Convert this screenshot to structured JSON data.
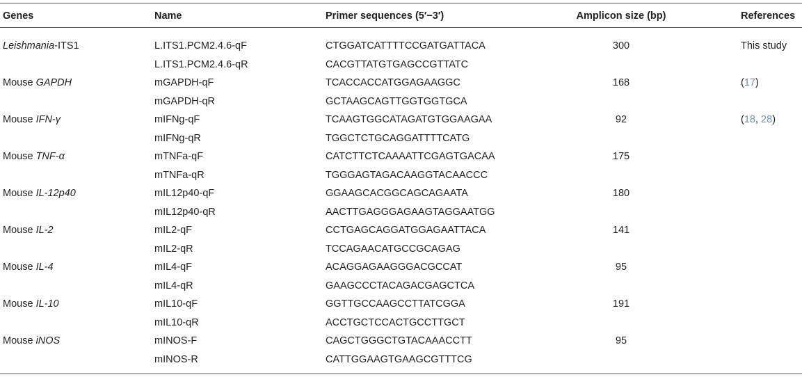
{
  "headers": {
    "genes": "Genes",
    "name": "Name",
    "primer": "Primer sequences (5′−3′)",
    "amplicon": "Amplicon size (bp)",
    "references": "References"
  },
  "rows": [
    {
      "gene_prefix": "",
      "gene_italic": "Leishmania",
      "gene_suffix": "-ITS1",
      "name": "L.ITS1.PCM2.4.6-qF",
      "seq": "CTGGATCATTTTCCGATGATTACA",
      "amp": "300",
      "ref_pre": "This study",
      "ref_link1": "",
      "ref_mid": "",
      "ref_link2": "",
      "ref_post": ""
    },
    {
      "gene_prefix": "",
      "gene_italic": "",
      "gene_suffix": "",
      "name": "L.ITS1.PCM2.4.6-qR",
      "seq": "CACGTTATGTGAGCCGTTATC",
      "amp": "",
      "ref_pre": "",
      "ref_link1": "",
      "ref_mid": "",
      "ref_link2": "",
      "ref_post": ""
    },
    {
      "gene_prefix": "Mouse ",
      "gene_italic": "GAPDH",
      "gene_suffix": "",
      "name": "mGAPDH-qF",
      "seq": "TCACCACCATGGAGAAGGC",
      "amp": "168",
      "ref_pre": "(",
      "ref_link1": "17",
      "ref_mid": "",
      "ref_link2": "",
      "ref_post": ")"
    },
    {
      "gene_prefix": "",
      "gene_italic": "",
      "gene_suffix": "",
      "name": "mGAPDH-qR",
      "seq": "GCTAAGCAGTTGGTGGTGCA",
      "amp": "",
      "ref_pre": "",
      "ref_link1": "",
      "ref_mid": "",
      "ref_link2": "",
      "ref_post": ""
    },
    {
      "gene_prefix": "Mouse ",
      "gene_italic": "IFN-γ",
      "gene_suffix": "",
      "name": "mIFNg-qF",
      "seq": "TCAAGTGGCATAGATGTGGAAGAA",
      "amp": "92",
      "ref_pre": "(",
      "ref_link1": "18",
      "ref_mid": ", ",
      "ref_link2": "28",
      "ref_post": ")"
    },
    {
      "gene_prefix": "",
      "gene_italic": "",
      "gene_suffix": "",
      "name": "mIFNg-qR",
      "seq": "TGGCTCTGCAGGATTTTCATG",
      "amp": "",
      "ref_pre": "",
      "ref_link1": "",
      "ref_mid": "",
      "ref_link2": "",
      "ref_post": ""
    },
    {
      "gene_prefix": "Mouse ",
      "gene_italic": "TNF-α",
      "gene_suffix": "",
      "name": "mTNFa-qF",
      "seq": "CATCTTCTCAAAATTCGAGTGACAA",
      "amp": "175",
      "ref_pre": "",
      "ref_link1": "",
      "ref_mid": "",
      "ref_link2": "",
      "ref_post": ""
    },
    {
      "gene_prefix": "",
      "gene_italic": "",
      "gene_suffix": "",
      "name": "mTNFa-qR",
      "seq": "TGGGAGTAGACAAGGTACAACCC",
      "amp": "",
      "ref_pre": "",
      "ref_link1": "",
      "ref_mid": "",
      "ref_link2": "",
      "ref_post": ""
    },
    {
      "gene_prefix": "Mouse ",
      "gene_italic": "IL-12p40",
      "gene_suffix": "",
      "name": "mIL12p40-qF",
      "seq": "GGAAGCACGGCAGCAGAATA",
      "amp": "180",
      "ref_pre": "",
      "ref_link1": "",
      "ref_mid": "",
      "ref_link2": "",
      "ref_post": ""
    },
    {
      "gene_prefix": "",
      "gene_italic": "",
      "gene_suffix": "",
      "name": "mIL12p40-qR",
      "seq": "AACTTGAGGGAGAAGTAGGAATGG",
      "amp": "",
      "ref_pre": "",
      "ref_link1": "",
      "ref_mid": "",
      "ref_link2": "",
      "ref_post": ""
    },
    {
      "gene_prefix": "Mouse ",
      "gene_italic": "IL-2",
      "gene_suffix": "",
      "name": "mIL2-qF",
      "seq": "CCTGAGCAGGATGGAGAATTACA",
      "amp": "141",
      "ref_pre": "",
      "ref_link1": "",
      "ref_mid": "",
      "ref_link2": "",
      "ref_post": ""
    },
    {
      "gene_prefix": "",
      "gene_italic": "",
      "gene_suffix": "",
      "name": "mIL2-qR",
      "seq": "TCCAGAACATGCCGCAGAG",
      "amp": "",
      "ref_pre": "",
      "ref_link1": "",
      "ref_mid": "",
      "ref_link2": "",
      "ref_post": ""
    },
    {
      "gene_prefix": "Mouse ",
      "gene_italic": "IL-4",
      "gene_suffix": "",
      "name": "mIL4-qF",
      "seq": "ACAGGAGAAGGGACGCCAT",
      "amp": "95",
      "ref_pre": "",
      "ref_link1": "",
      "ref_mid": "",
      "ref_link2": "",
      "ref_post": ""
    },
    {
      "gene_prefix": "",
      "gene_italic": "",
      "gene_suffix": "",
      "name": "mIL4-qR",
      "seq": "GAAGCCCTACAGACGAGCTCA",
      "amp": "",
      "ref_pre": "",
      "ref_link1": "",
      "ref_mid": "",
      "ref_link2": "",
      "ref_post": ""
    },
    {
      "gene_prefix": "Mouse ",
      "gene_italic": "IL-10",
      "gene_suffix": "",
      "name": "mIL10-qF",
      "seq": "GGTTGCCAAGCCTTATCGGA",
      "amp": "191",
      "ref_pre": "",
      "ref_link1": "",
      "ref_mid": "",
      "ref_link2": "",
      "ref_post": ""
    },
    {
      "gene_prefix": "",
      "gene_italic": "",
      "gene_suffix": "",
      "name": "mIL10-qR",
      "seq": "ACCTGCTCCACTGCCTTGCT",
      "amp": "",
      "ref_pre": "",
      "ref_link1": "",
      "ref_mid": "",
      "ref_link2": "",
      "ref_post": ""
    },
    {
      "gene_prefix": "Mouse ",
      "gene_italic": "iNOS",
      "gene_suffix": "",
      "name": "mINOS-F",
      "seq": "CAGCTGGGCTGTACAAACCTT",
      "amp": "95",
      "ref_pre": "",
      "ref_link1": "",
      "ref_mid": "",
      "ref_link2": "",
      "ref_post": ""
    },
    {
      "gene_prefix": "",
      "gene_italic": "",
      "gene_suffix": "",
      "name": "mINOS-R",
      "seq": "CATTGGAAGTGAAGCGTTTCG",
      "amp": "",
      "ref_pre": "",
      "ref_link1": "",
      "ref_mid": "",
      "ref_link2": "",
      "ref_post": ""
    }
  ]
}
